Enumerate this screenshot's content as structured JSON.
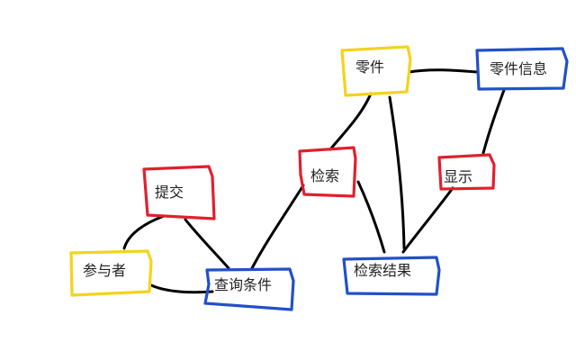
{
  "colors": {
    "actor": "#f4d31c",
    "process": "#e0202e",
    "data": "#2250c8",
    "edge": "#000000"
  },
  "nodes": [
    {
      "id": "participant",
      "label": "参与者",
      "kind": "actor"
    },
    {
      "id": "submit",
      "label": "提交",
      "kind": "process"
    },
    {
      "id": "query-conditions",
      "label": "查询条件",
      "kind": "data"
    },
    {
      "id": "search",
      "label": "检索",
      "kind": "process"
    },
    {
      "id": "part",
      "label": "零件",
      "kind": "actor"
    },
    {
      "id": "search-results",
      "label": "检索结果",
      "kind": "data"
    },
    {
      "id": "display",
      "label": "显示",
      "kind": "process"
    },
    {
      "id": "part-info",
      "label": "零件信息",
      "kind": "data"
    }
  ],
  "edges": [
    {
      "from": "participant",
      "to": "submit"
    },
    {
      "from": "participant",
      "to": "query-conditions"
    },
    {
      "from": "submit",
      "to": "query-conditions"
    },
    {
      "from": "query-conditions",
      "to": "search"
    },
    {
      "from": "search",
      "to": "part"
    },
    {
      "from": "search",
      "to": "search-results"
    },
    {
      "from": "part",
      "to": "search-results"
    },
    {
      "from": "part",
      "to": "part-info"
    },
    {
      "from": "part-info",
      "to": "display"
    },
    {
      "from": "display",
      "to": "search-results"
    }
  ]
}
